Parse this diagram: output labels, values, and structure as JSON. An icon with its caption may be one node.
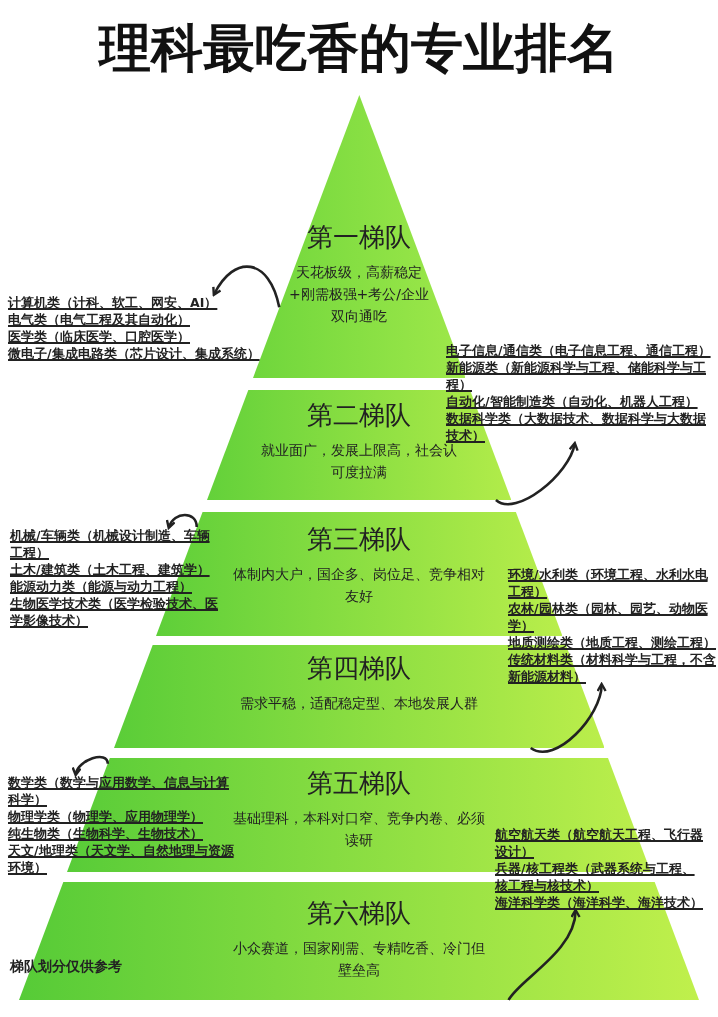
{
  "diagram": {
    "title": "理科最吃香的专业排名",
    "nodes": [
      {
        "text": [
          "第一梯队",
          "天花板级，高薪稳定+刚需极强+考公/企业双向通吃"
        ]
      },
      {
        "text": [
          "计算机类（计科、软工、网安、AI）",
          "电气类（电气工程及其自动化）",
          "医学类（临床医学、口腔医学）",
          "微电子/集成电路类（芯片设计、集成系统）"
        ]
      },
      {
        "text": [
          "第二梯队",
          "就业面广，发展上限高，社会认可度拉满"
        ]
      },
      {
        "text": [
          "电子信息/通信类（电子信息工程、通信工程）",
          "新能源类（新能源科学与工程、储能科学与工程）",
          "自动化/智能制造类（自动化、机器人工程）",
          "数据科学类（大数据技术、数据科学与大数据技术）"
        ]
      },
      {
        "text": [
          "第三梯队",
          "体制内大户，国企多、岗位足、竞争相对友好"
        ]
      },
      {
        "text": [
          "机械/车辆类（机械设计制造、车辆工程）",
          "土木/建筑类（土木工程、建筑学）",
          "能源动力类（能源与动力工程）",
          "生物医学技术类（医学检验技术、医学影像技术）"
        ]
      },
      {
        "text": [
          "第四梯队",
          "需求平稳，适配稳定型、本地发展人群"
        ]
      },
      {
        "text": [
          "环境/水利类（环境工程、水利水电工程）",
          "农林/园林类（园林、园艺、动物医学）",
          "地质测绘类（地质工程、测绘工程）",
          "传统材料类（材料科学与工程，不含新能源材料）"
        ]
      },
      {
        "text": [
          "第五梯队",
          "基础理科，本科对口窄、竞争内卷、必须读研"
        ]
      },
      {
        "text": [
          "数学类（数学与应用数学、信息与计算科学）",
          "物理学类（物理学、应用物理学）",
          "纯生物类（生物科学、生物技术）",
          "天文/地理类（天文学、自然地理与资源环境）"
        ]
      },
      {
        "text": [
          "第六梯队",
          "小众赛道，国家刚需、专精吃香、冷门但壁垒高"
        ]
      },
      {
        "text": [
          "航空航天类（航空航天工程、飞行器设计）",
          "兵器/核工程类（武器系统与工程、核工程与核技术）",
          "海洋科学类（海洋科学、海洋技术）"
        ]
      }
    ],
    "edges": [
      {
        "from": 0,
        "to": 1,
        "arrow": "to"
      },
      {
        "from": 2,
        "to": 3,
        "arrow": "to"
      },
      {
        "from": 4,
        "to": 5,
        "arrow": "to"
      },
      {
        "from": 6,
        "to": 7,
        "arrow": "to"
      },
      {
        "from": 8,
        "to": 9,
        "arrow": "to"
      },
      {
        "from": 10,
        "to": 11,
        "arrow": "to"
      }
    ],
    "labels": [
      "梯队划分仅供参考"
    ]
  }
}
